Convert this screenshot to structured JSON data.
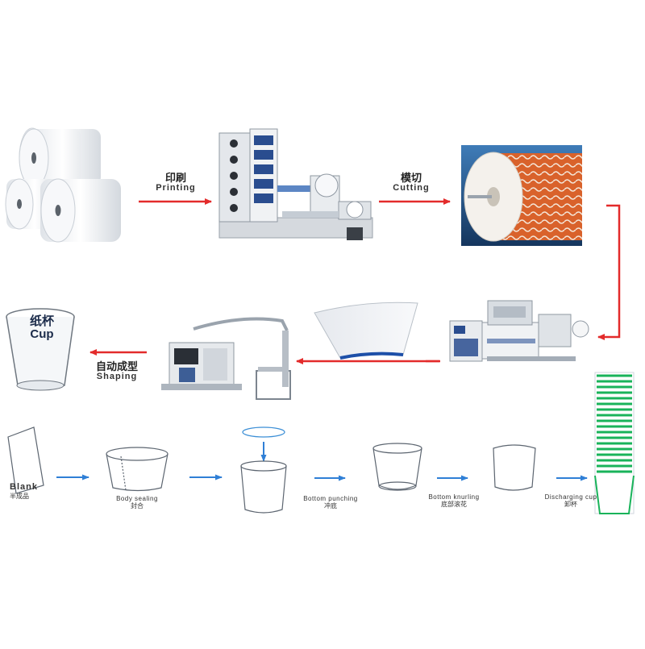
{
  "top_row": {
    "printing": {
      "zh": "印刷",
      "en": "Printing"
    },
    "cutting": {
      "zh": "模切",
      "en": "Cutting"
    }
  },
  "middle_row": {
    "shaping": {
      "zh": "自动成型",
      "en": "Shaping"
    },
    "cup": {
      "zh": "纸杯",
      "en": "Cup"
    }
  },
  "bottom_row": {
    "blank": {
      "en": "Blank",
      "zh": "半成品"
    },
    "body_sealing": {
      "en": "Body sealing",
      "zh": "封合"
    },
    "bottom_punching": {
      "en": "Bottom punching",
      "zh": "冲底"
    },
    "bottom_knurling": {
      "en": "Bottom knurling",
      "zh": "底部滚花"
    },
    "discharging_cup": {
      "en": "Discharging cup",
      "zh": "卸杯"
    }
  },
  "colors": {
    "arrow_red": "#e32b2b",
    "arrow_blue": "#2f7fd6",
    "stack_green": "#19b35a",
    "roll_orange": "#d9622b",
    "machine_blue": "#2a4d8f"
  },
  "icons": [
    "paper-rolls-image",
    "printing-machine-image",
    "printed-roll-image",
    "die-cutting-machine-image",
    "cup-blank-fan-image",
    "cup-forming-machine-image",
    "paper-cup-image",
    "cup-stack-image"
  ]
}
